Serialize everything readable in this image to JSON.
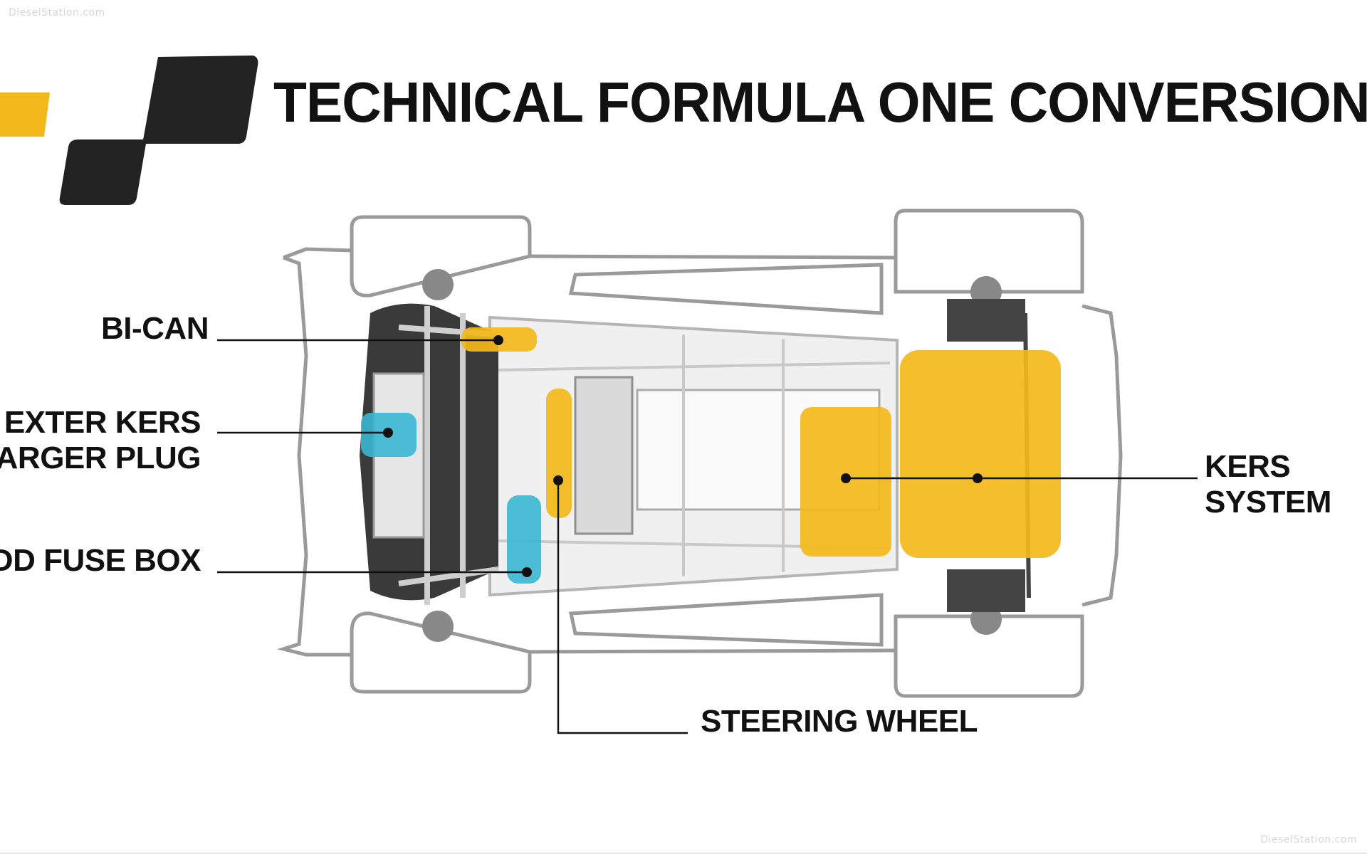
{
  "watermark": {
    "top": "DieselStation.com",
    "bottom": "DieselStation.com"
  },
  "title": "TECHNICAL FORMULA ONE CONVERSION",
  "labels": {
    "bi_can": "BI-CAN",
    "exter_kers_1": "EXTER KERS",
    "exter_kers_2": "CHARGER PLUG",
    "fuse_box": "ADD FUSE BOX",
    "steering_wheel": "STEERING WHEEL",
    "kers_1": "KERS",
    "kers_2": "SYSTEM"
  },
  "colors": {
    "yellow": "#f3b81a",
    "cyan": "#3ab7d4",
    "dark": "#222222",
    "outline": "#8a8a8a"
  }
}
